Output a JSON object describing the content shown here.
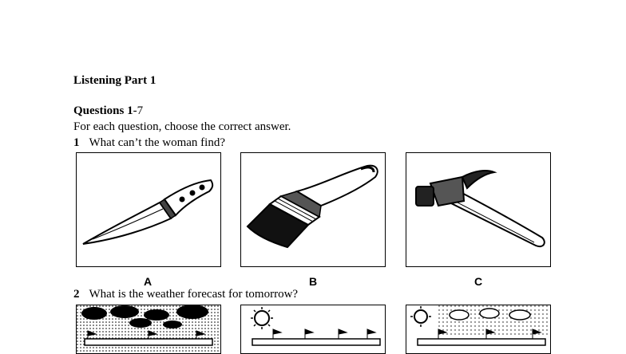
{
  "section_title": "Listening Part 1",
  "questions_heading": {
    "bold": "Questions 1",
    "rest": "-7"
  },
  "instruction": "For each question, choose the correct answer.",
  "q1": {
    "number": "1",
    "text": "What can’t the woman find?",
    "options": [
      {
        "letter": "A",
        "icon": "knife"
      },
      {
        "letter": "B",
        "icon": "paintbrush"
      },
      {
        "letter": "C",
        "icon": "hammer"
      }
    ]
  },
  "q2": {
    "number": "2",
    "text": "What is the weather forecast for tomorrow?",
    "options": [
      {
        "icon": "dark-clouds-rain"
      },
      {
        "icon": "sunny"
      },
      {
        "icon": "sun-and-clouds"
      }
    ]
  }
}
